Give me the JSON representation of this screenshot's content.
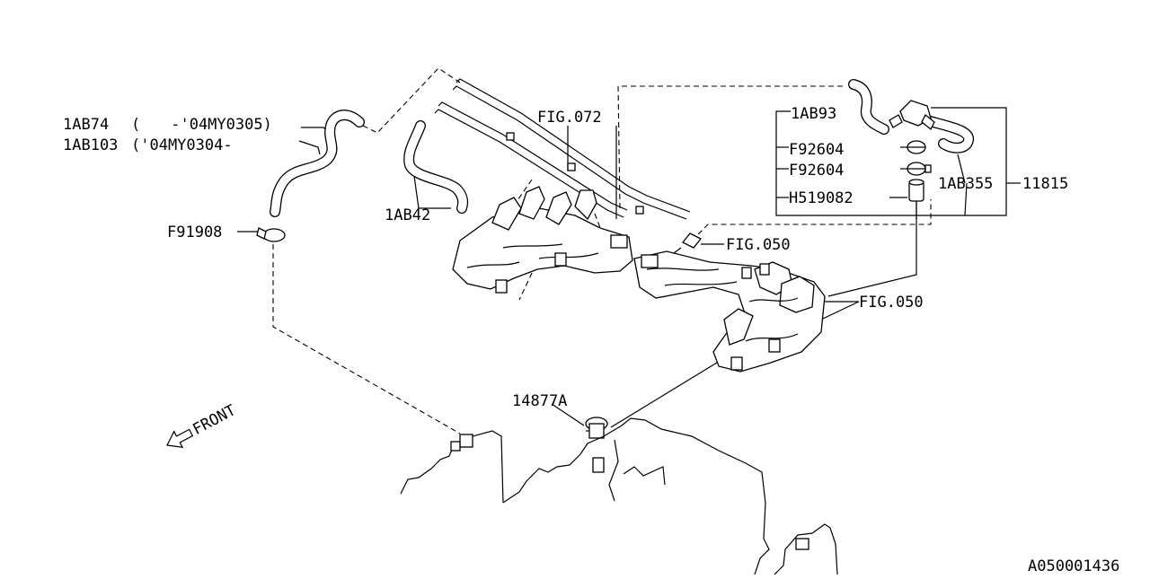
{
  "callouts": {
    "ab74": "1AB74",
    "ab74_note": "(　　-'04MY0305)",
    "ab103": "1AB103",
    "ab103_note": "('04MY0304-",
    "f91908": "F91908",
    "ab42": "1AB42",
    "fig072": "FIG.072",
    "ab93": "1AB93",
    "f92604_a": "F92604",
    "f92604_b": "F92604",
    "h519082": "H519082",
    "ab355": "1AB355",
    "p11815": "11815",
    "fig050_a": "FIG.050",
    "fig050_b": "FIG.050",
    "p14877a": "14877A"
  },
  "front_label": "FRONT",
  "diagram_id": "A050001436"
}
